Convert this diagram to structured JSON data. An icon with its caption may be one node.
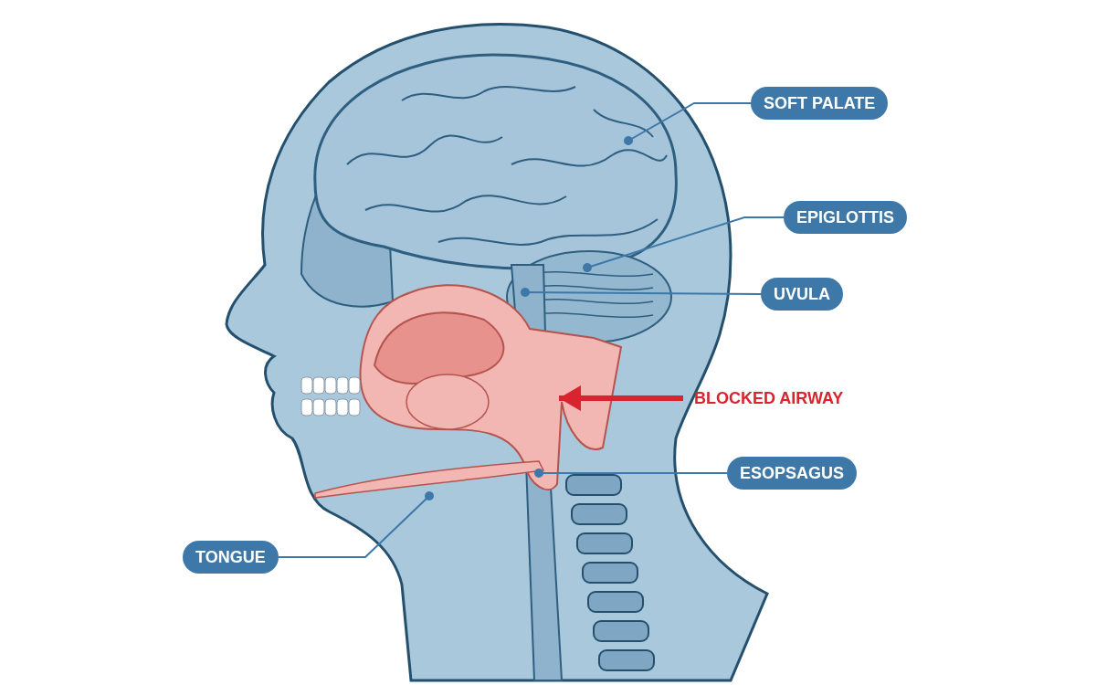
{
  "diagram": {
    "nodes": [
      {
        "text": [
          "SOFT PALATE"
        ]
      },
      {
        "text": [
          "EPIGLOTTIS"
        ]
      },
      {
        "text": [
          "UVULA"
        ]
      },
      {
        "text": [
          "BLOCKED AIRWAY"
        ]
      },
      {
        "text": [
          "ESOPSAGUS"
        ]
      },
      {
        "text": [
          "TONGUE"
        ]
      }
    ],
    "edges": [
      {
        "from": 0,
        "to": null,
        "arrow": "other"
      },
      {
        "from": 1,
        "to": null,
        "arrow": "other"
      },
      {
        "from": 2,
        "to": null,
        "arrow": "other"
      },
      {
        "from": 3,
        "to": null,
        "arrow": "to",
        "style": "thick",
        "color": "#d9232e"
      },
      {
        "from": 4,
        "to": null,
        "arrow": "other"
      },
      {
        "from": 5,
        "to": null,
        "arrow": "other"
      }
    ]
  }
}
